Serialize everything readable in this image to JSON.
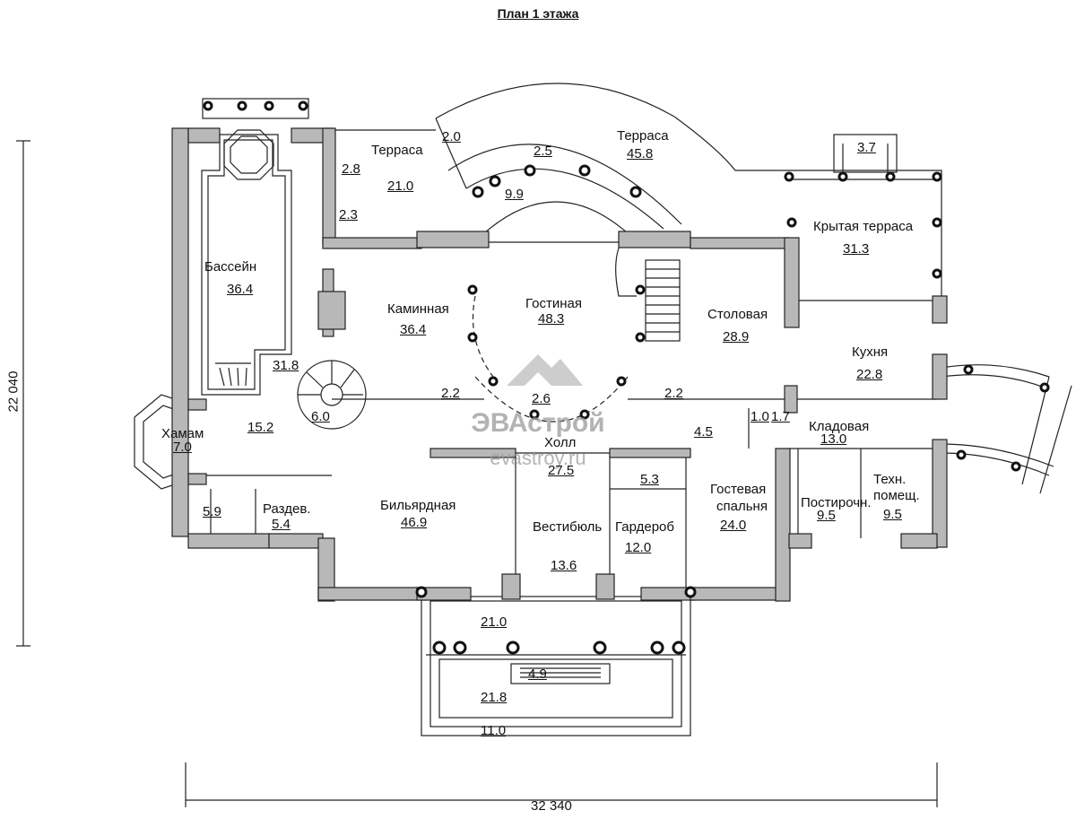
{
  "title": "План 1  этажа",
  "dimensions": {
    "width": "32 340",
    "height": "22 040"
  },
  "watermark": {
    "brand": "ЭВАстрой",
    "site": "evastroy.ru"
  },
  "rooms": {
    "terrace_left": {
      "name": "Терраса",
      "area": "21.0"
    },
    "terrace_right": {
      "name": "Терраса",
      "area": "45.8"
    },
    "covered_terrace": {
      "name": "Крытая терраса",
      "area": "31.3"
    },
    "pool": {
      "name": "Бассейн",
      "area": "36.4"
    },
    "fireplace_room": {
      "name": "Каминная",
      "area": "36.4"
    },
    "living": {
      "name": "Гостиная",
      "area": "48.3"
    },
    "dining": {
      "name": "Столовая",
      "area": "28.9"
    },
    "kitchen": {
      "name": "Кухня",
      "area": "22.8"
    },
    "pantry": {
      "name": "Кладовая",
      "area": "13.0"
    },
    "hamam": {
      "name": "Хамам",
      "area": "7.0"
    },
    "billiard": {
      "name": "Бильярдная",
      "area": "46.9"
    },
    "hall": {
      "name": "Холл",
      "area": "27.5"
    },
    "vestibule": {
      "name": "Вестибюль",
      "area": "13.6"
    },
    "wardrobe": {
      "name": "Гардероб",
      "area": "12.0"
    },
    "guest_bedroom": {
      "name": "Гостевая спальня",
      "name_line1": "Гостевая",
      "name_line2": "спальня",
      "area": "24.0"
    },
    "laundry": {
      "name": "Постирочн.",
      "area": "9.5"
    },
    "tech": {
      "name": "Техн. помещ.",
      "name_line1": "Техн.",
      "name_line2": "помещ.",
      "area": "9.5"
    },
    "changing": {
      "name": "Раздев.",
      "area": "5.4"
    },
    "wc_left": {
      "area": "5.9"
    },
    "wc_hall": {
      "area": "5.3"
    },
    "stair_room": {
      "area": "6.0"
    },
    "corridor_left": {
      "area": "15.2"
    },
    "corridor_31": {
      "area": "31.8"
    },
    "lobby_small": {
      "area": "4.5"
    }
  },
  "small_areas": {
    "a_2_0": "2.0",
    "a_2_8": "2.8",
    "a_2_3": "2.3",
    "a_2_5": "2.5",
    "a_9_9": "9.9",
    "a_3_7": "3.7",
    "a_2_2_left": "2.2",
    "a_2_6": "2.6",
    "a_2_2_right": "2.2",
    "a_1_0": "1.0",
    "a_1_7": "1.7"
  },
  "porch": {
    "top": "21.0",
    "steps": "4.9",
    "middle": "21.8",
    "bottom": "11.0"
  },
  "colors": {
    "wall": "#b8b8b8",
    "line": "#222222",
    "background": "#ffffff"
  }
}
